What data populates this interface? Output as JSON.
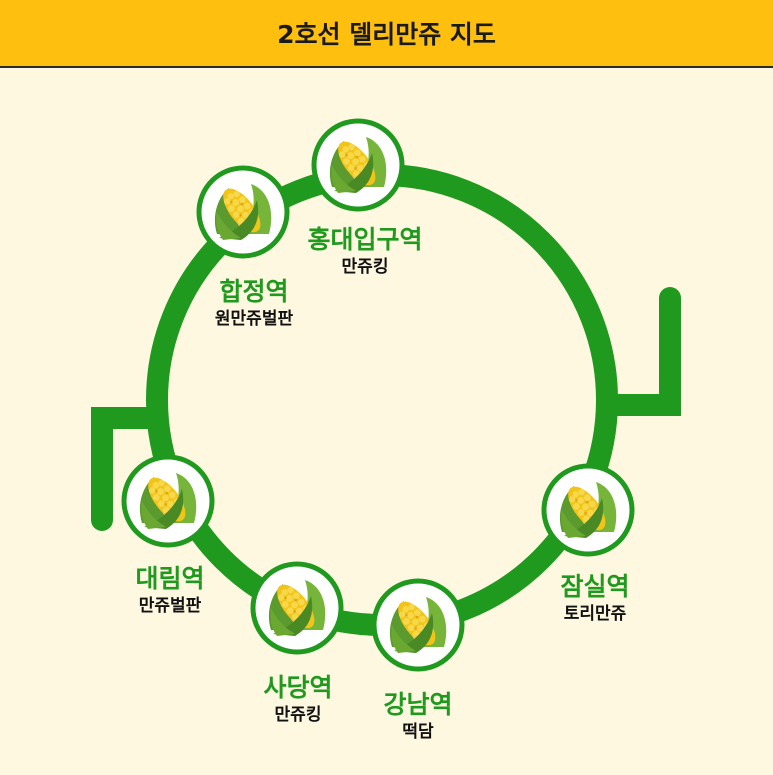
{
  "header": {
    "title": "2호선 델리만쥬 지도"
  },
  "colors": {
    "line": "#1f9a1f",
    "header_bg": "#ffbf0f",
    "background": "#fff8e1",
    "marker_fill": "#ffffff"
  },
  "marker_icon": "corn-icon",
  "stations": [
    {
      "name": "홍대입구역",
      "shop": "만쥬킹"
    },
    {
      "name": "합정역",
      "shop": "원만쥬벌판"
    },
    {
      "name": "대림역",
      "shop": "만쥬벌판"
    },
    {
      "name": "사당역",
      "shop": "만쥬킹"
    },
    {
      "name": "강남역",
      "shop": "떡담"
    },
    {
      "name": "잠실역",
      "shop": "토리만쥬"
    }
  ]
}
